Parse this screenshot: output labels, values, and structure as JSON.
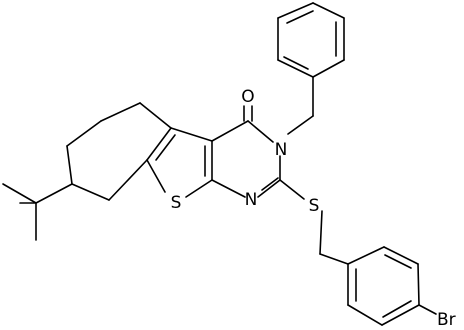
{
  "atoms": {
    "oxygen": "O",
    "nitrogen_ring": "N",
    "nitrogen_imine": "N",
    "sulfur_thiophene": "S",
    "sulfur_thioether": "S",
    "bromine": "Br"
  },
  "colors": {
    "bond": "#000000",
    "label": "#000000",
    "background": "#ffffff"
  }
}
